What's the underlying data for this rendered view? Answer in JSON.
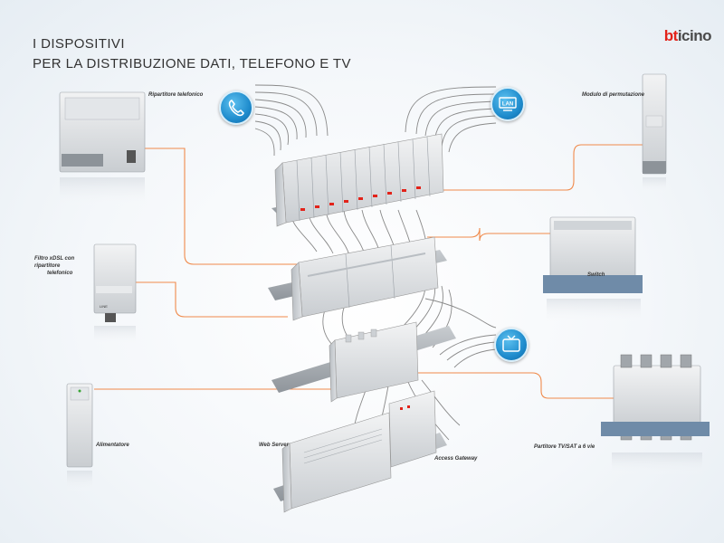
{
  "header": {
    "title_line1": "I DISPOSITIVI",
    "title_line2": "PER LA DISTRIBUZIONE DATI, TELEFONO E TV",
    "brand_b": "bt",
    "brand_rest": "icino"
  },
  "labels": {
    "ripartitore": "Ripartitore telefonico",
    "filtro_line1": "Filtro xDSL con ripartitore",
    "filtro_line2": "telefonico",
    "alimentatore": "Alimentatore",
    "web_server": "Web Server",
    "access_gateway": "Access Gateway",
    "modulo": "Modulo di permutazione",
    "switch": "Switch",
    "partitore": "Partitore TV/SAT a 6 vie"
  },
  "badges": {
    "phone": "phone-icon",
    "lan": "LAN",
    "tv": "tv-icon"
  },
  "device_text": {
    "line_label": "LINE"
  },
  "colors": {
    "accent_orange": "#f08a4b",
    "brand_red": "#e2231a",
    "badge_blue": "#1f8ccd",
    "wire_gray": "#8a8a8a"
  }
}
